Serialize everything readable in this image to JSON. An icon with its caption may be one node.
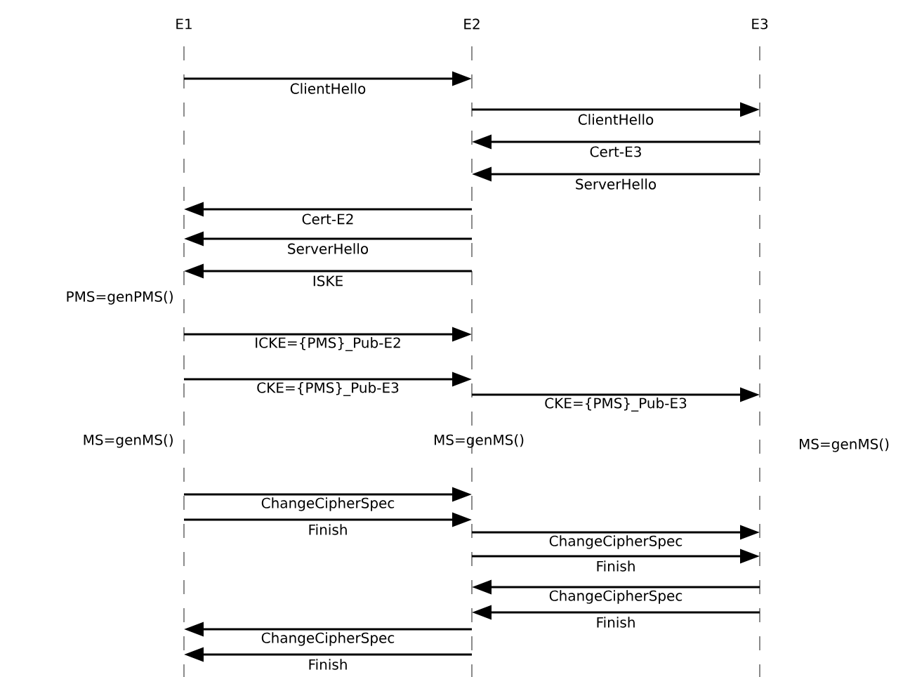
{
  "diagram": {
    "nodes": [
      {
        "text": [
          "E1"
        ]
      },
      {
        "text": [
          "E2"
        ]
      },
      {
        "text": [
          "E3"
        ]
      }
    ],
    "edges": [
      {
        "from": 0,
        "to": 1,
        "arrow": "to",
        "label": "ClientHello"
      },
      {
        "from": 1,
        "to": 2,
        "arrow": "to",
        "label": "ClientHello"
      },
      {
        "from": 2,
        "to": 1,
        "arrow": "to",
        "label": "Cert-E3"
      },
      {
        "from": 2,
        "to": 1,
        "arrow": "to",
        "label": "ServerHello"
      },
      {
        "from": 1,
        "to": 0,
        "arrow": "to",
        "label": "Cert-E2"
      },
      {
        "from": 1,
        "to": 0,
        "arrow": "to",
        "label": "ServerHello"
      },
      {
        "from": 1,
        "to": 0,
        "arrow": "to",
        "label": "ISKE"
      },
      {
        "from": 0,
        "to": 1,
        "arrow": "to",
        "label": "ICKE={PMS}_Pub-E2"
      },
      {
        "from": 0,
        "to": 1,
        "arrow": "to",
        "label": "CKE={PMS}_Pub-E3"
      },
      {
        "from": 1,
        "to": 2,
        "arrow": "to",
        "label": "CKE={PMS}_Pub-E3"
      },
      {
        "from": 0,
        "to": 1,
        "arrow": "to",
        "label": "ChangeCipherSpec"
      },
      {
        "from": 0,
        "to": 1,
        "arrow": "to",
        "label": "Finish"
      },
      {
        "from": 1,
        "to": 2,
        "arrow": "to",
        "label": "ChangeCipherSpec"
      },
      {
        "from": 1,
        "to": 2,
        "arrow": "to",
        "label": "Finish"
      },
      {
        "from": 2,
        "to": 1,
        "arrow": "to",
        "label": "ChangeCipherSpec"
      },
      {
        "from": 2,
        "to": 1,
        "arrow": "to",
        "label": "Finish"
      },
      {
        "from": 1,
        "to": 0,
        "arrow": "to",
        "label": "ChangeCipherSpec"
      },
      {
        "from": 1,
        "to": 0,
        "arrow": "to",
        "label": "Finish"
      }
    ],
    "labels": [
      "PMS=genPMS()",
      "MS=genMS()",
      "MS=genMS()",
      "MS=genMS()"
    ]
  }
}
